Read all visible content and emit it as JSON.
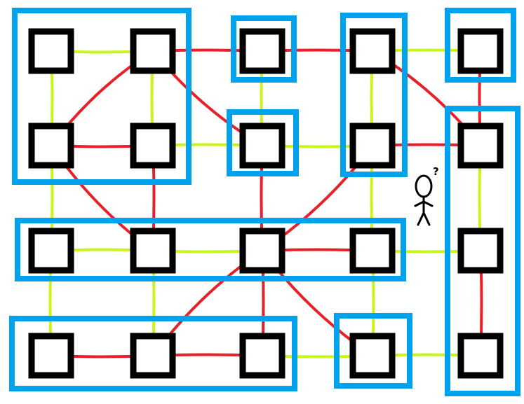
{
  "colors": {
    "background": "#ffffff",
    "group_outline": "#00a2ed",
    "node_outline": "#000000",
    "cut_edge": "#e8202a",
    "internal_edge": "#c8f51a",
    "person": "#000000"
  },
  "nodes": [
    {
      "id": "n00",
      "row": 0,
      "col": 0
    },
    {
      "id": "n01",
      "row": 0,
      "col": 1
    },
    {
      "id": "n02",
      "row": 0,
      "col": 2
    },
    {
      "id": "n03",
      "row": 0,
      "col": 3
    },
    {
      "id": "n04",
      "row": 0,
      "col": 4
    },
    {
      "id": "n10",
      "row": 1,
      "col": 0
    },
    {
      "id": "n11",
      "row": 1,
      "col": 1
    },
    {
      "id": "n12",
      "row": 1,
      "col": 2
    },
    {
      "id": "n13",
      "row": 1,
      "col": 3
    },
    {
      "id": "n14",
      "row": 1,
      "col": 4
    },
    {
      "id": "n20",
      "row": 2,
      "col": 0
    },
    {
      "id": "n21",
      "row": 2,
      "col": 1
    },
    {
      "id": "n22",
      "row": 2,
      "col": 2
    },
    {
      "id": "n23",
      "row": 2,
      "col": 3
    },
    {
      "id": "n24",
      "row": 2,
      "col": 4
    },
    {
      "id": "n30",
      "row": 3,
      "col": 0
    },
    {
      "id": "n31",
      "row": 3,
      "col": 1
    },
    {
      "id": "n32",
      "row": 3,
      "col": 2
    },
    {
      "id": "n33",
      "row": 3,
      "col": 3
    },
    {
      "id": "n34",
      "row": 3,
      "col": 4
    }
  ],
  "groups": [
    {
      "id": "g1",
      "members": [
        "n00",
        "n01",
        "n10",
        "n11"
      ]
    },
    {
      "id": "g2",
      "members": [
        "n02"
      ]
    },
    {
      "id": "g3",
      "members": [
        "n12"
      ]
    },
    {
      "id": "g4",
      "members": [
        "n03",
        "n13"
      ]
    },
    {
      "id": "g5",
      "members": [
        "n04"
      ]
    },
    {
      "id": "g6",
      "members": [
        "n14",
        "n24",
        "n34"
      ]
    },
    {
      "id": "g7",
      "members": [
        "n20",
        "n21",
        "n22",
        "n23"
      ]
    },
    {
      "id": "g8",
      "members": [
        "n30",
        "n31",
        "n32"
      ]
    },
    {
      "id": "g9",
      "members": [
        "n33"
      ]
    }
  ],
  "edges": [
    {
      "from": "n00",
      "to": "n01",
      "kind": "internal"
    },
    {
      "from": "n00",
      "to": "n10",
      "kind": "internal"
    },
    {
      "from": "n01",
      "to": "n11",
      "kind": "internal"
    },
    {
      "from": "n10",
      "to": "n01",
      "kind": "cut"
    },
    {
      "from": "n10",
      "to": "n11",
      "kind": "cut"
    },
    {
      "from": "n01",
      "to": "n02",
      "kind": "cut"
    },
    {
      "from": "n01",
      "to": "n12",
      "kind": "cut"
    },
    {
      "from": "n02",
      "to": "n03",
      "kind": "cut"
    },
    {
      "from": "n02",
      "to": "n12",
      "kind": "internal"
    },
    {
      "from": "n03",
      "to": "n04",
      "kind": "internal"
    },
    {
      "from": "n03",
      "to": "n13",
      "kind": "internal"
    },
    {
      "from": "n03",
      "to": "n14",
      "kind": "cut"
    },
    {
      "from": "n04",
      "to": "n14",
      "kind": "cut"
    },
    {
      "from": "n11",
      "to": "n12",
      "kind": "internal"
    },
    {
      "from": "n12",
      "to": "n13",
      "kind": "internal"
    },
    {
      "from": "n13",
      "to": "n14",
      "kind": "cut"
    },
    {
      "from": "n14",
      "to": "n24",
      "kind": "internal"
    },
    {
      "from": "n10",
      "to": "n20",
      "kind": "internal"
    },
    {
      "from": "n10",
      "to": "n21",
      "kind": "cut"
    },
    {
      "from": "n11",
      "to": "n21",
      "kind": "cut"
    },
    {
      "from": "n12",
      "to": "n22",
      "kind": "cut"
    },
    {
      "from": "n13",
      "to": "n22",
      "kind": "cut"
    },
    {
      "from": "n13",
      "to": "n23",
      "kind": "internal"
    },
    {
      "from": "n20",
      "to": "n21",
      "kind": "internal"
    },
    {
      "from": "n21",
      "to": "n22",
      "kind": "internal"
    },
    {
      "from": "n22",
      "to": "n23",
      "kind": "cut"
    },
    {
      "from": "n23",
      "to": "n24",
      "kind": "internal"
    },
    {
      "from": "n24",
      "to": "n34",
      "kind": "cut"
    },
    {
      "from": "n20",
      "to": "n30",
      "kind": "internal"
    },
    {
      "from": "n21",
      "to": "n31",
      "kind": "internal"
    },
    {
      "from": "n22",
      "to": "n31",
      "kind": "cut"
    },
    {
      "from": "n22",
      "to": "n32",
      "kind": "cut"
    },
    {
      "from": "n22",
      "to": "n33",
      "kind": "cut"
    },
    {
      "from": "n23",
      "to": "n33",
      "kind": "internal"
    },
    {
      "from": "n30",
      "to": "n31",
      "kind": "cut"
    },
    {
      "from": "n31",
      "to": "n32",
      "kind": "cut"
    },
    {
      "from": "n32",
      "to": "n33",
      "kind": "internal"
    },
    {
      "from": "n33",
      "to": "n34",
      "kind": "internal"
    }
  ],
  "person": {
    "symbol": "?"
  }
}
